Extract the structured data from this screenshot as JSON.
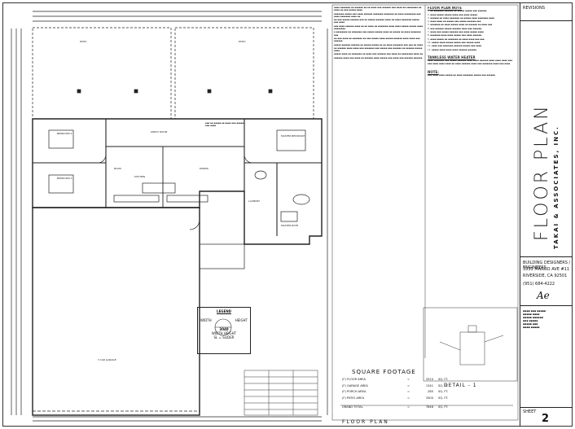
{
  "title_block": {
    "sheet_title": "FLOOR PLAN",
    "firm_line1": "TAKAI & ASSOCIATES, INC.",
    "firm_line2": "BUILDING DESIGNERS / ENGINEERS",
    "firm_line3": "3333 MANGO AVE #11",
    "firm_line4": "RIVERSIDE, CA 92501",
    "phone": "(951) 684-4222",
    "signature": "Ae",
    "sheet_number": "2",
    "revision_label": "REVISIONS",
    "drawing_no_label": "SHEET"
  },
  "square_footage": {
    "title": "SQUARE FOOTAGE",
    "rows": [
      {
        "label": "(F) FLOOR AREA",
        "eq": "=",
        "value": "2910",
        "unit": "SQ. FT."
      },
      {
        "label": "(F) GARAGE AREA",
        "eq": "=",
        "value": "1341",
        "unit": "SQ. FT."
      },
      {
        "label": "(F) PORCH AREA",
        "eq": "=",
        "value": "285",
        "unit": "SQ. FT."
      },
      {
        "label": "(F) PATIO AREA",
        "eq": "=",
        "value": "3300",
        "unit": "SQ. FT."
      },
      {
        "label": "GRAND TOTAL",
        "eq": "=",
        "value": "7846",
        "unit": "SQ. FT."
      }
    ]
  },
  "plan_label": "FLOOR PLAN",
  "detail_label": "DETAIL - 1",
  "legend": {
    "title": "LEGEND",
    "width": "WIDTH",
    "height": "HEIGHT",
    "code": "3040",
    "code_caption": "WIDTH   HEIGHT",
    "slider": "SL = SLIDER"
  },
  "rooms": {
    "patio": "PATIO",
    "patio2": "PATIO",
    "bedroom2": "BEDROOM 2",
    "bedroom3": "BEDROOM 3",
    "great_room": "GREAT ROOM",
    "master": "MASTER BEDROOM",
    "kitchen": "KITCHEN",
    "dining": "DINING",
    "nook": "NOOK",
    "garage": "3 CAR GARAGE",
    "laundry": "LAUNDRY",
    "master_bath": "MASTER BATH"
  },
  "notes": {
    "floor_plan_notes_header": "FLOOR PLAN NOTE",
    "tankless_header": "TANKLESS WATER HEATER",
    "note_header": "NOTE:"
  }
}
